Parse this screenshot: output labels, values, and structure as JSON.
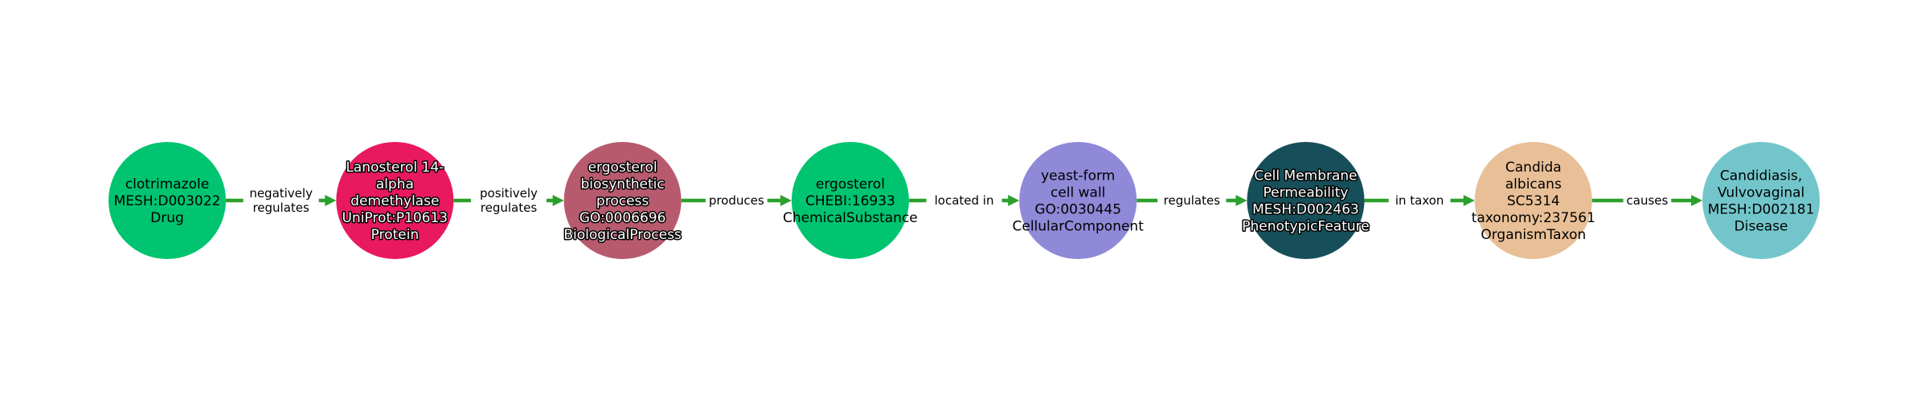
{
  "graph": {
    "nodes": [
      {
        "lines": [
          "clotrimazole",
          "MESH:D003022",
          "Drug"
        ],
        "color": "#00c46f",
        "outlined": false
      },
      {
        "lines": [
          "Lanosterol 14-",
          "alpha",
          "demethylase",
          "UniProt:P10613",
          "Protein"
        ],
        "color": "#e8195f",
        "outlined": true
      },
      {
        "lines": [
          "ergosterol",
          "biosynthetic",
          "process",
          "GO:0006696",
          "BiologicalProcess"
        ],
        "color": "#b85a6e",
        "outlined": true
      },
      {
        "lines": [
          "ergosterol",
          "CHEBI:16933",
          "ChemicalSubstance"
        ],
        "color": "#00c46f",
        "outlined": false
      },
      {
        "lines": [
          "yeast-form",
          "cell wall",
          "GO:0030445",
          "CellularComponent"
        ],
        "color": "#8f89d8",
        "outlined": false
      },
      {
        "lines": [
          "Cell Membrane",
          "Permeability",
          "MESH:D002463",
          "PhenotypicFeature"
        ],
        "color": "#164f59",
        "outlined": true
      },
      {
        "lines": [
          "Candida",
          "albicans",
          "SC5314",
          "taxonomy:237561",
          "OrganismTaxon"
        ],
        "color": "#e8bf96",
        "outlined": false
      },
      {
        "lines": [
          "Candidiasis,",
          "Vulvovaginal",
          "MESH:D002181",
          "Disease"
        ],
        "color": "#72c6cb",
        "outlined": false
      }
    ],
    "edges": [
      {
        "lines": [
          "negatively",
          "regulates"
        ]
      },
      {
        "lines": [
          "positively",
          "regulates"
        ]
      },
      {
        "lines": [
          "produces"
        ]
      },
      {
        "lines": [
          "located in"
        ]
      },
      {
        "lines": [
          "regulates"
        ]
      },
      {
        "lines": [
          "in taxon"
        ]
      },
      {
        "lines": [
          "causes"
        ]
      }
    ],
    "edge_color": "#2ca02c"
  }
}
